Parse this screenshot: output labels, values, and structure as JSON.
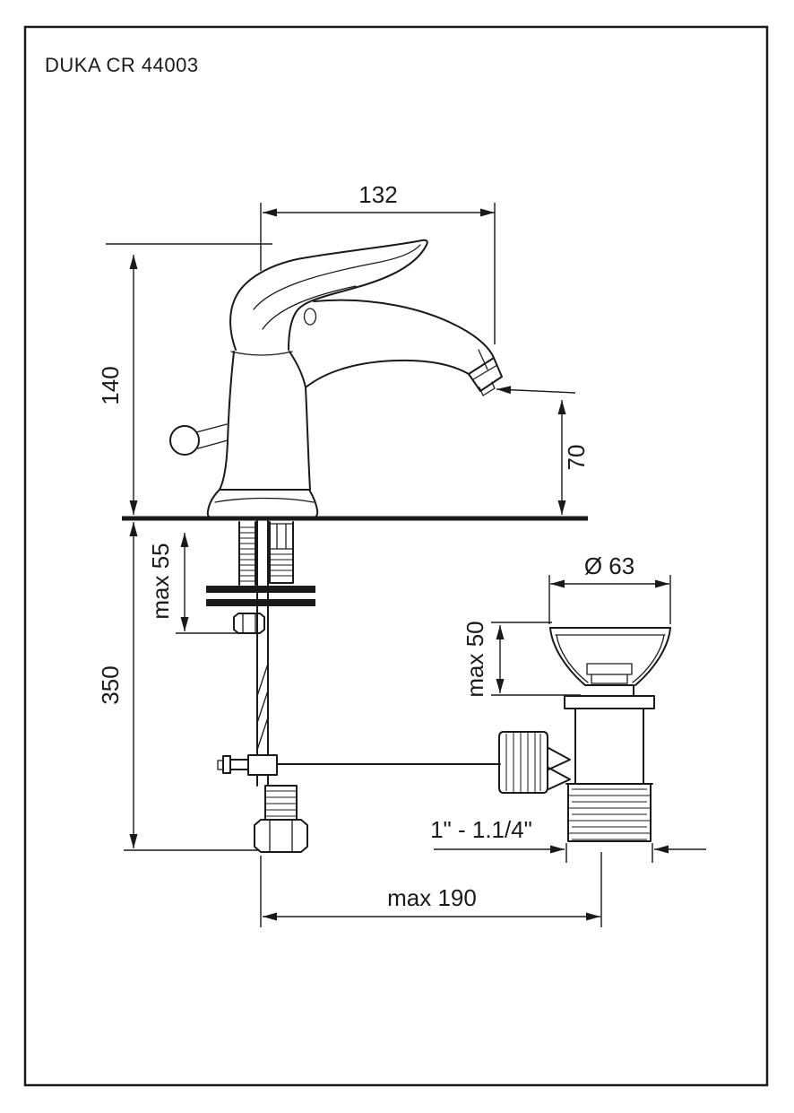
{
  "page": {
    "title": "DUKA CR 44003",
    "background": "#ffffff",
    "ink_color": "#1a1a1a"
  },
  "drawing": {
    "labels": {
      "spout_reach": "132",
      "body_height": "140",
      "outlet_height": "70",
      "deck_thickness_max": "max 55",
      "supply_length": "350",
      "waste_flange_diameter": "Ø 63",
      "waste_deck_max": "max 50",
      "waste_thread": "1\" - 1.1/4\"",
      "max_projection": "max 190"
    }
  }
}
